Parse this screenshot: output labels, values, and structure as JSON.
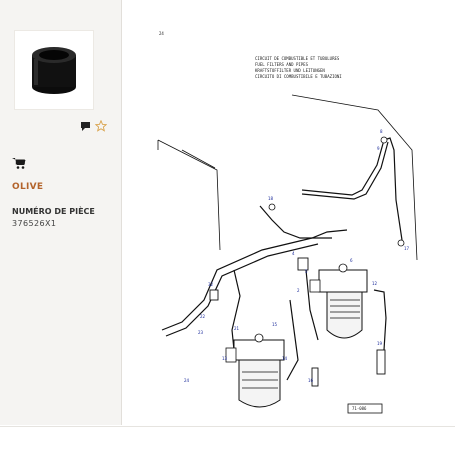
{
  "product": {
    "title": "OLIVE",
    "part_label": "NUMÉRO DE PIÈCE",
    "part_number": "376526X1"
  },
  "actions": {
    "comment_icon": "comment-icon",
    "favorite_icon": "star-icon",
    "cart_icon": "cart-icon"
  },
  "diagram": {
    "page_number": "24",
    "caption_lines": [
      "CIRCUIT DE COMBUSTIBLE ET TUBULURES",
      "FUEL FILTERS AND PIPES",
      "KRAFTSTOFFILTER UND LEITUNGEN",
      "CIRCUITO DI COMBUSTIBILE E TUBAZIONI"
    ],
    "reference": "71-086"
  },
  "colors": {
    "accent": "#b3632b",
    "sidebar_bg": "#f5f4f2",
    "callout": "#1a2a9a"
  }
}
